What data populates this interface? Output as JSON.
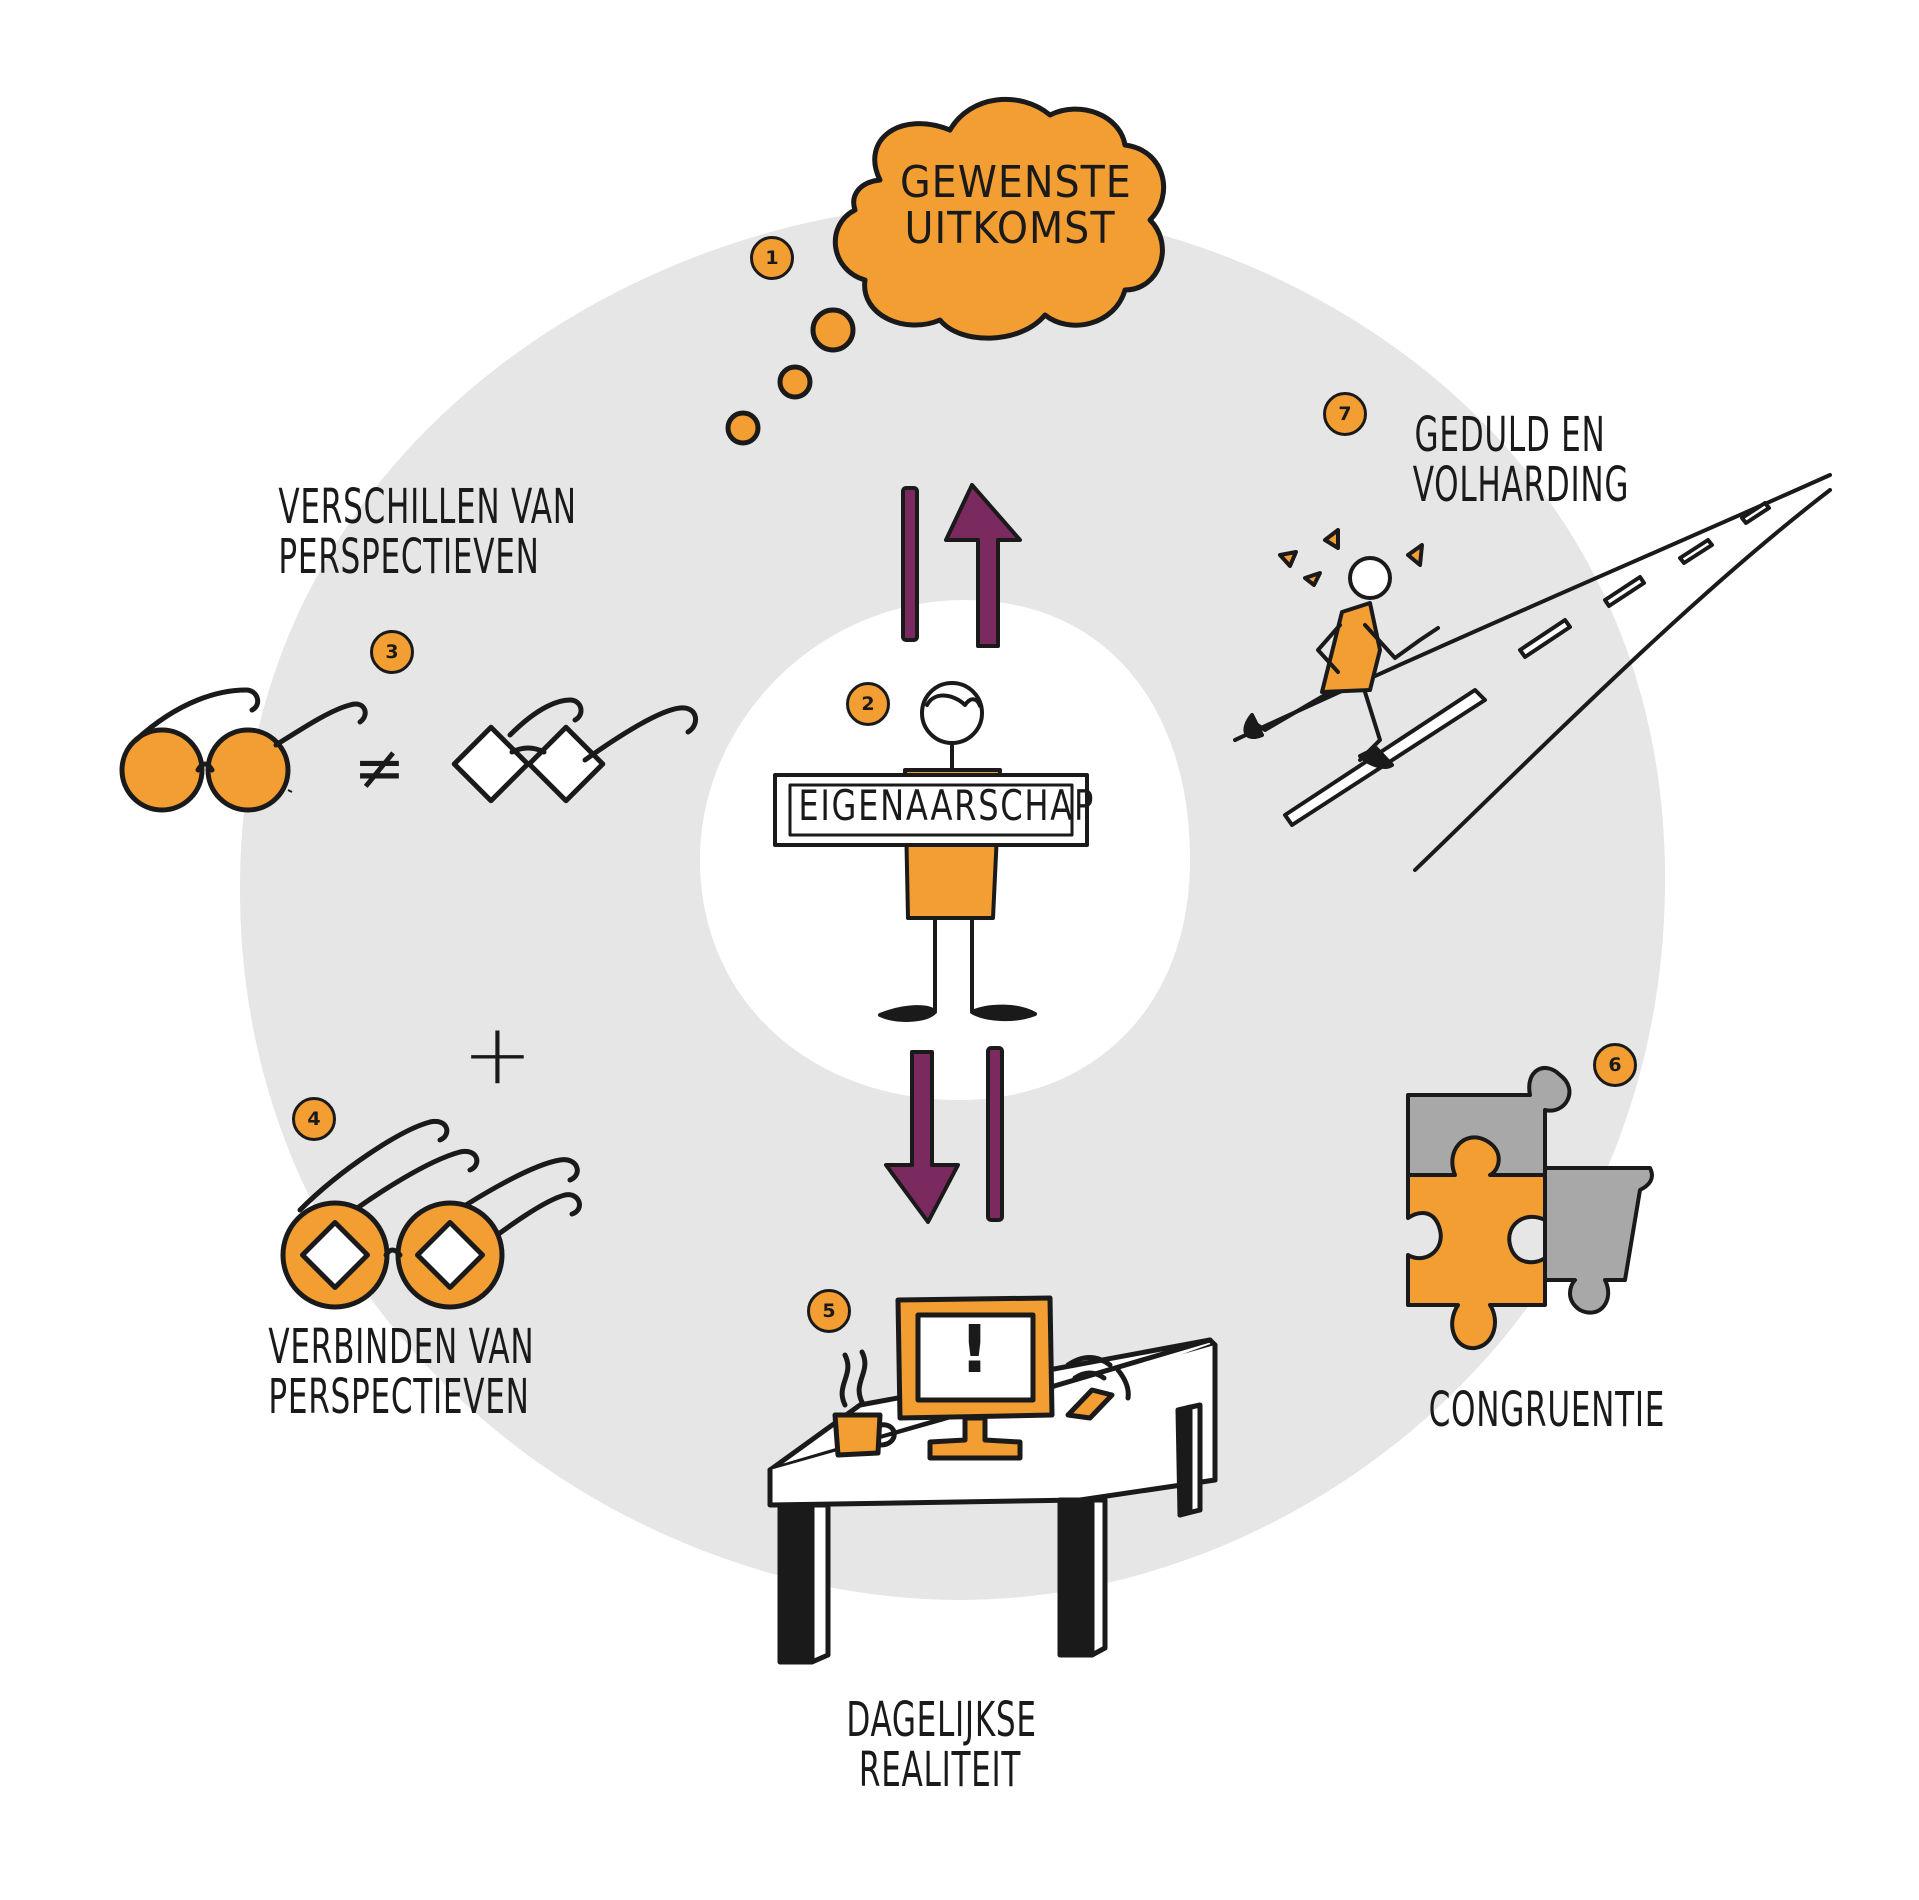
{
  "colors": {
    "orange": "#F29E33",
    "purple": "#7A2A5E",
    "ring": "#E6E6E7",
    "ink": "#1A1A1A",
    "puzzle_gray": "#A8A8A8"
  },
  "center": {
    "banner": "EIGENAARSCHAP",
    "badge": "2"
  },
  "items": [
    {
      "badge": "1",
      "lines": [
        "GEWENSTE",
        "UITKOMST"
      ],
      "icon": "thought-cloud-icon"
    },
    {
      "badge": "3",
      "lines": [
        "VERSCHILLEN VAN",
        "PERSPECTIEVEN"
      ],
      "icon": "different-glasses-icon"
    },
    {
      "badge": "4",
      "lines": [
        "VERBINDEN VAN",
        "PERSPECTIEVEN"
      ],
      "icon": "combined-glasses-icon"
    },
    {
      "badge": "5",
      "lines": [
        "DAGELIJKSE",
        "REALITEIT"
      ],
      "icon": "desk-computer-icon"
    },
    {
      "badge": "6",
      "lines": [
        "CONGRUENTIE"
      ],
      "icon": "puzzle-icon"
    },
    {
      "badge": "7",
      "lines": [
        "GEDULD EN",
        "VOLHARDING"
      ],
      "icon": "runner-road-icon"
    }
  ],
  "symbols": {
    "not_equal": "≠",
    "plus": "+",
    "alert": "!"
  }
}
